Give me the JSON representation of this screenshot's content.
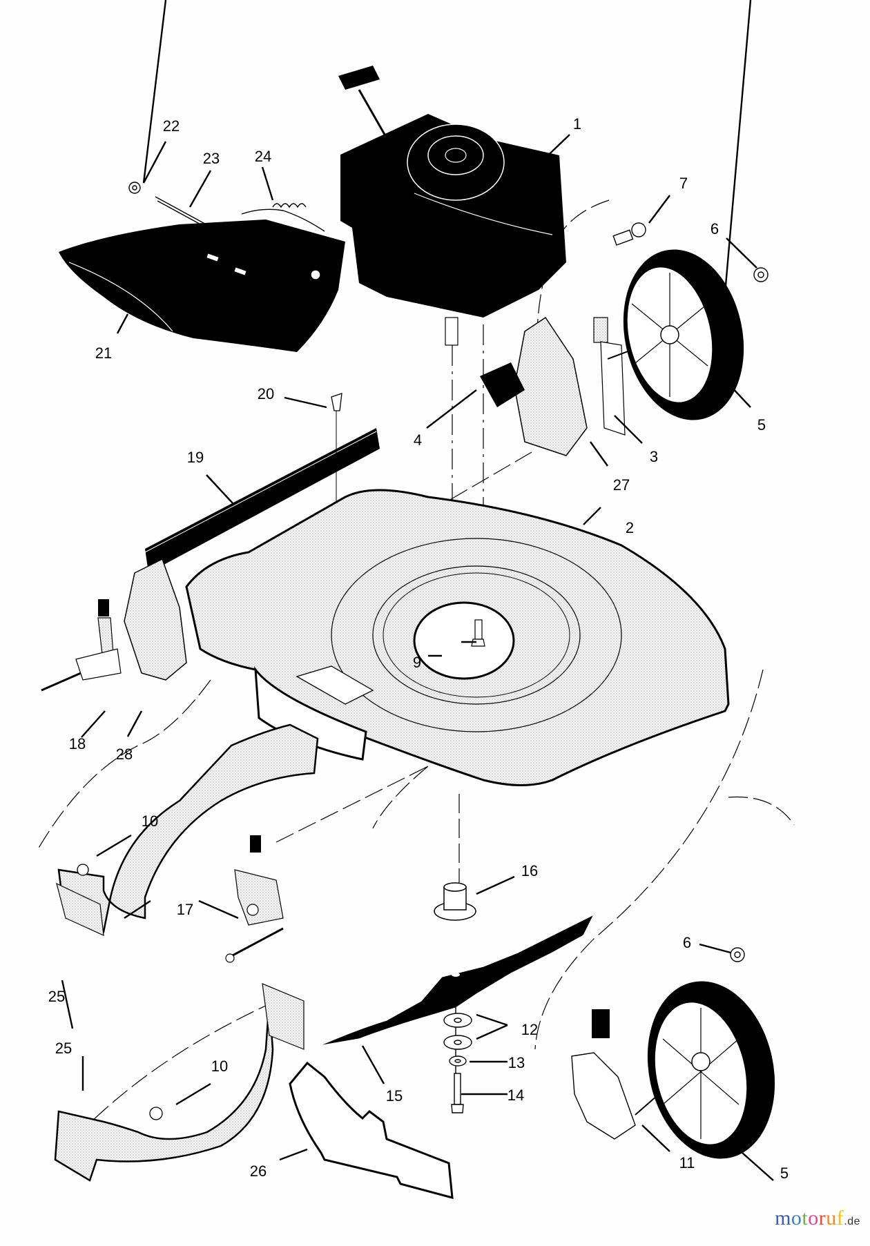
{
  "diagram": {
    "title": "Lawn mower exploded parts diagram",
    "callouts": [
      {
        "id": "c1",
        "label": "1"
      },
      {
        "id": "c2",
        "label": "2"
      },
      {
        "id": "c3",
        "label": "3"
      },
      {
        "id": "c4",
        "label": "4"
      },
      {
        "id": "c5a",
        "label": "5"
      },
      {
        "id": "c5b",
        "label": "5"
      },
      {
        "id": "c6a",
        "label": "6"
      },
      {
        "id": "c6b",
        "label": "6"
      },
      {
        "id": "c7",
        "label": "7"
      },
      {
        "id": "c9",
        "label": "9"
      },
      {
        "id": "c10a",
        "label": "10"
      },
      {
        "id": "c10b",
        "label": "10"
      },
      {
        "id": "c11",
        "label": "11"
      },
      {
        "id": "c12",
        "label": "12"
      },
      {
        "id": "c13",
        "label": "13"
      },
      {
        "id": "c14",
        "label": "14"
      },
      {
        "id": "c15",
        "label": "15"
      },
      {
        "id": "c16",
        "label": "16"
      },
      {
        "id": "c17",
        "label": "17"
      },
      {
        "id": "c18",
        "label": "18"
      },
      {
        "id": "c19",
        "label": "19"
      },
      {
        "id": "c20",
        "label": "20"
      },
      {
        "id": "c21",
        "label": "21"
      },
      {
        "id": "c22",
        "label": "22"
      },
      {
        "id": "c23",
        "label": "23"
      },
      {
        "id": "c24",
        "label": "24"
      },
      {
        "id": "c25a",
        "label": "25"
      },
      {
        "id": "c25b",
        "label": "25"
      },
      {
        "id": "c26",
        "label": "26"
      },
      {
        "id": "c27",
        "label": "27"
      },
      {
        "id": "c28",
        "label": "28"
      }
    ],
    "parts": {
      "engine": "1",
      "deck": "2",
      "wheel_adjuster_front_right": "3",
      "adjuster_knob": "4",
      "wheel": "5",
      "wheel_nut": "6",
      "wheel_bolt": "7",
      "deck_bolt": "9",
      "flange_nut": "10",
      "wheel_adjuster_rear_right": "11",
      "washers": "12",
      "lock_washer": "13",
      "blade_bolt": "14",
      "blade": "15",
      "blade_adapter": "16",
      "wheel_adjuster_rear_left": "17",
      "wheel_adjuster_front_left": "18",
      "handle_bracket_bar": "19",
      "bar_screw": "20",
      "rear_flap": "21",
      "hinge_nut": "22",
      "hinge_rod": "23",
      "torsion_spring": "24",
      "baffle": "25",
      "mulch_plug": "26",
      "adjuster_plate_right": "27",
      "adjuster_plate_left": "28"
    }
  },
  "watermark": {
    "letters": [
      {
        "ch": "m",
        "color": "#3b5bb3"
      },
      {
        "ch": "o",
        "color": "#3f7fd0"
      },
      {
        "ch": "t",
        "color": "#6fb33f"
      },
      {
        "ch": "o",
        "color": "#e0458f"
      },
      {
        "ch": "r",
        "color": "#e64a3a"
      },
      {
        "ch": "u",
        "color": "#ef8a1c"
      },
      {
        "ch": "f",
        "color": "#f2c21a"
      }
    ],
    "tld": ".de"
  }
}
